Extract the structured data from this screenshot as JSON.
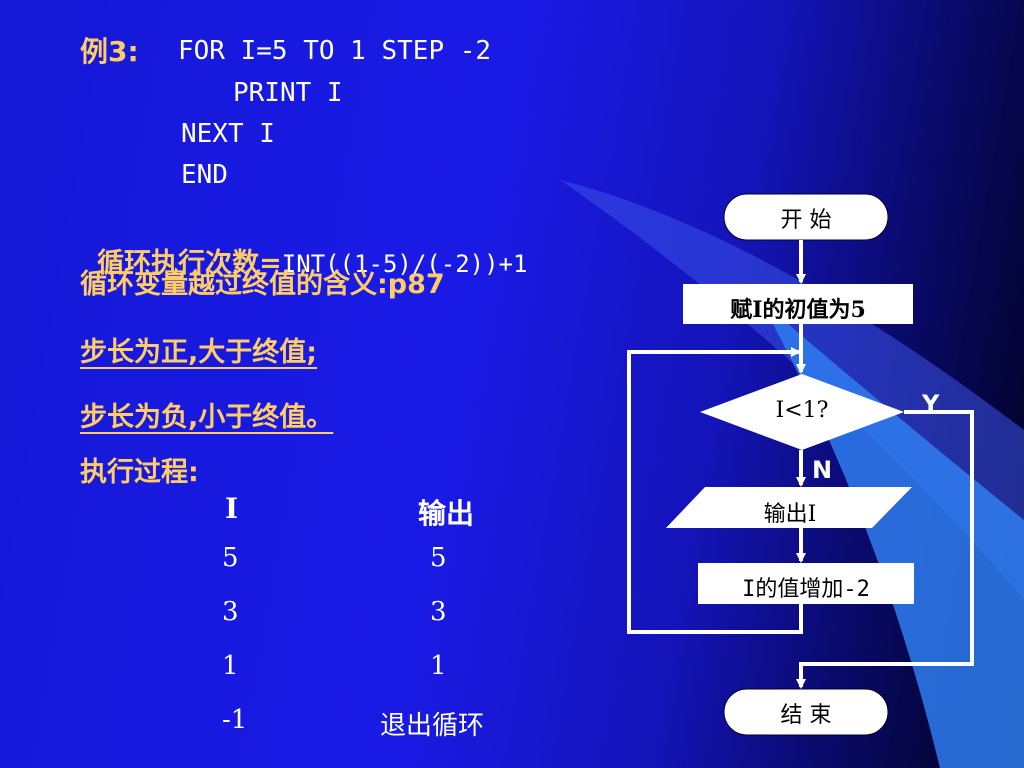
{
  "slide": {
    "example_label": "例3:",
    "code_lines": [
      "FOR I=5 TO 1 STEP -2",
      "PRINT I",
      "NEXT I",
      "END"
    ],
    "loop_count_label": "循环执行次数=",
    "loop_count_formula": "INT((1-5)/(-2))+1",
    "meaning_line": "循环变量越过终值的含义:p87",
    "positive_step": "步长为正,大于终值;",
    "negative_step": "步长为负,小于终值。",
    "process_label": "执行过程:",
    "table": {
      "headers": [
        "I",
        "输出"
      ],
      "rows": [
        [
          "5",
          "5"
        ],
        [
          "3",
          "3"
        ],
        [
          "1",
          "1"
        ],
        [
          "-1",
          "退出循环"
        ]
      ]
    }
  },
  "flowchart": {
    "start": "开 始",
    "init": "赋I的初值为5",
    "condition": "I<1?",
    "yes_label": "Y",
    "no_label": "N",
    "output": "输出I",
    "increment": "I的值增加-2",
    "end": "结 束"
  },
  "colors": {
    "accent_text": "#ffcc66",
    "body_text": "#ffffff",
    "background": "#1a1ae6"
  }
}
